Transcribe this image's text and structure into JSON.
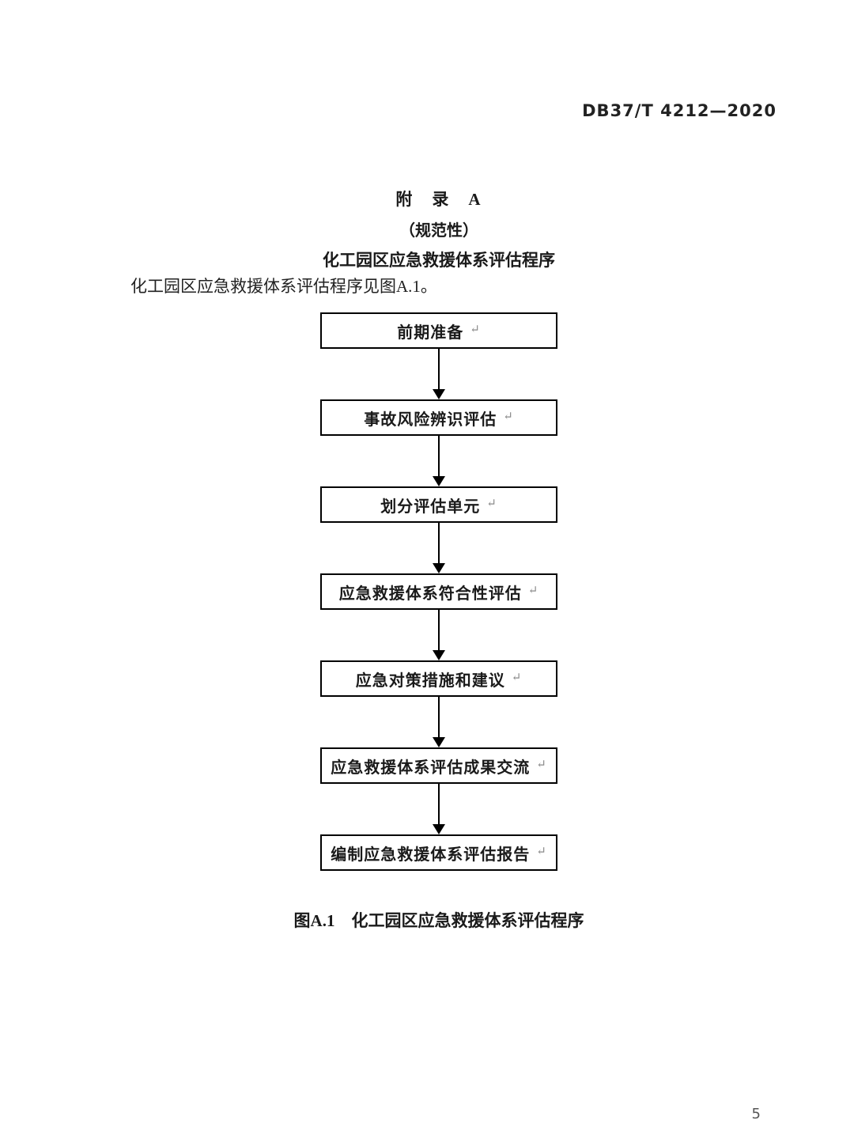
{
  "page": {
    "header": "DB37/T 4212—2020",
    "page_number": "5"
  },
  "appendix": {
    "title_line1": "附　录　A",
    "title_line2": "（规范性）",
    "title_line3": "化工园区应急救援体系评估程序",
    "intro": "化工园区应急救援体系评估程序见图A.1。"
  },
  "flowchart": {
    "return_mark": "↵",
    "steps": [
      {
        "label": "前期准备"
      },
      {
        "label": "事故风险辨识评估"
      },
      {
        "label": "划分评估单元"
      },
      {
        "label": "应急救援体系符合性评估"
      },
      {
        "label": "应急对策措施和建议"
      },
      {
        "label": "应急救援体系评估成果交流"
      },
      {
        "label": "编制应急救援体系评估报告"
      }
    ],
    "caption": "图A.1　化工园区应急救援体系评估程序"
  }
}
